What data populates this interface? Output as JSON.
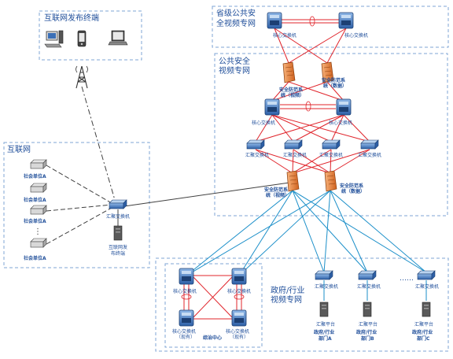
{
  "regions": {
    "internet_terminals": "互联网发布终端",
    "provincial_net": [
      "省级公共安",
      "全视频专网"
    ],
    "public_security_net": [
      "公共安全",
      "视频专网"
    ],
    "internet": "互联网",
    "gov_net": [
      "政府/行业",
      "视频专网"
    ]
  },
  "devices": {
    "prov_core_left": "核心交换机",
    "prov_core_right": "核心交换机",
    "gateway_video_top": [
      "安全防范系",
      "统（视频）"
    ],
    "gateway_data_top": [
      "安全防范系",
      "统（数据）"
    ],
    "ps_core_left": "核心交换机",
    "ps_core_right": "核心交换机",
    "agg_switches": [
      "汇聚交换机",
      "汇聚交换机",
      "汇聚交换机",
      "汇聚交换机"
    ],
    "gateway_video_bottom": [
      "安全防范系",
      "统（视频）"
    ],
    "gateway_data_bottom": [
      "安全防范系",
      "统（数据）"
    ],
    "internet_agg": "汇聚交换机",
    "internet_server": [
      "互联网发",
      "布终端"
    ],
    "social_units": [
      "社会单位A",
      "社会单位A",
      "社会单位A",
      "社会单位A"
    ],
    "ellipsis_vertical": "⋮",
    "gov_core_tl": "核心交换机",
    "gov_core_tr": "核心交换机",
    "gov_core_bl": [
      "核心交换机",
      "（现有）"
    ],
    "gov_core_br": [
      "核心交换机",
      "（现有）"
    ],
    "command_center": "综治中心",
    "gov_agg": [
      "汇聚交换机",
      "汇聚交换机",
      "汇聚交换机"
    ],
    "gov_ellipsis": "……",
    "gov_platforms": [
      {
        "name": "汇聚平台",
        "dept": [
          "政府/行业",
          "部门A"
        ]
      },
      {
        "name": "汇聚平台",
        "dept": [
          "政府/行业",
          "部门B"
        ]
      },
      {
        "name": "汇聚平台",
        "dept": [
          "政府/行业",
          "部门C"
        ]
      }
    ]
  }
}
